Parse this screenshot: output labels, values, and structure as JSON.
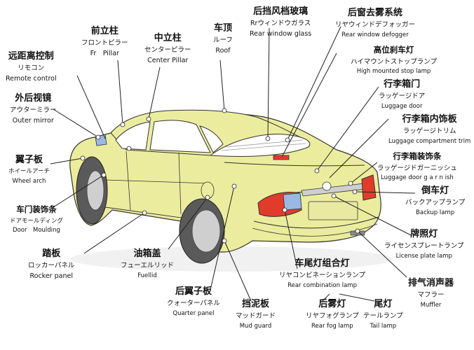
{
  "colors": {
    "body": "#ecec9e",
    "shadow": "#d6d683",
    "tire": "#5a5a5a",
    "rim": "#cfcfcf",
    "glass": "#ffffff",
    "lamp_red": "#e23b2b",
    "lamp_blue": "#9bb8e3",
    "leader": "#222222",
    "dot": "#ffffff"
  },
  "labels": {
    "front_pillar": {
      "zh": "前立柱",
      "ja": "フロントピラー",
      "en": "Fr　Pillar"
    },
    "center_pillar": {
      "zh": "中立柱",
      "ja": "センターピラー",
      "en": "Center Pillar"
    },
    "roof": {
      "zh": "车顶",
      "ja": "ルーフ",
      "en": "Roof"
    },
    "rear_window": {
      "zh": "后挡风档玻璃",
      "ja": "Rrウィンドウガラス",
      "en": "Rear window glass"
    },
    "defogger": {
      "zh": "后窗去雾系统",
      "ja": "リヤウィンドデフォッガー",
      "en": "Rear window defogger"
    },
    "stop_lamp": {
      "zh": "高位刹车灯",
      "ja": "ハイマウントストップランプ",
      "en": "High mounted stop lamp"
    },
    "luggage_door": {
      "zh": "行李箱门",
      "ja": "ラッゲージドア",
      "en": "Luggage door"
    },
    "luggage_trim": {
      "zh": "行李箱内饰板",
      "ja": "ラッゲージトリム",
      "en": "Luggage compartment trim"
    },
    "luggage_garnish": {
      "zh": "行李箱装饰条",
      "ja": "ラッゲージドガーニッシュ",
      "en": "Luggage door g a r n ish"
    },
    "backup_lamp": {
      "zh": "倒车灯",
      "ja": "バックアップランプ",
      "en": "Backup lamp"
    },
    "license_lamp": {
      "zh": "牌照灯",
      "ja": "ライセンスプレートランプ",
      "en": "License plate lamp"
    },
    "muffler": {
      "zh": "排气消声器",
      "ja": "マフラー",
      "en": "Muffler"
    },
    "tail_lamp": {
      "zh": "尾灯",
      "ja": "テールランプ",
      "en": "Tail lamp"
    },
    "rear_fog": {
      "zh": "后雾灯",
      "ja": "リヤフォグランプ",
      "en": "Rear fog lamp"
    },
    "combination": {
      "zh": "车尾灯组合灯",
      "ja": "リヤコンビネーションランプ",
      "en": "Rear combination lamp"
    },
    "mud_guard": {
      "zh": "挡泥板",
      "ja": "マッドガード",
      "en": "Mud guard"
    },
    "quarter_panel": {
      "zh": "后翼子板",
      "ja": "クォーターパネル",
      "en": "Quarter panel"
    },
    "fuel_lid": {
      "zh": "油箱盖",
      "ja": "フューエルリッド",
      "en": "Fuellid"
    },
    "rocker_panel": {
      "zh": "踏板",
      "ja": "ロッカーパネル",
      "en": "Rocker panel"
    },
    "door_moulding": {
      "zh": "车门装饰条",
      "ja": "ドアモールディング",
      "en": "Door　Moulding"
    },
    "wheel_arch": {
      "zh": "翼子板",
      "ja": "ホイールアーチ",
      "en": "Wheel arch"
    },
    "outer_mirror": {
      "zh": "外后视镜",
      "ja": "アウターミラー",
      "en": "Outer mirror"
    },
    "remote_control": {
      "zh": "远距离控制",
      "ja": "リモコン",
      "en": "Remote control"
    }
  }
}
